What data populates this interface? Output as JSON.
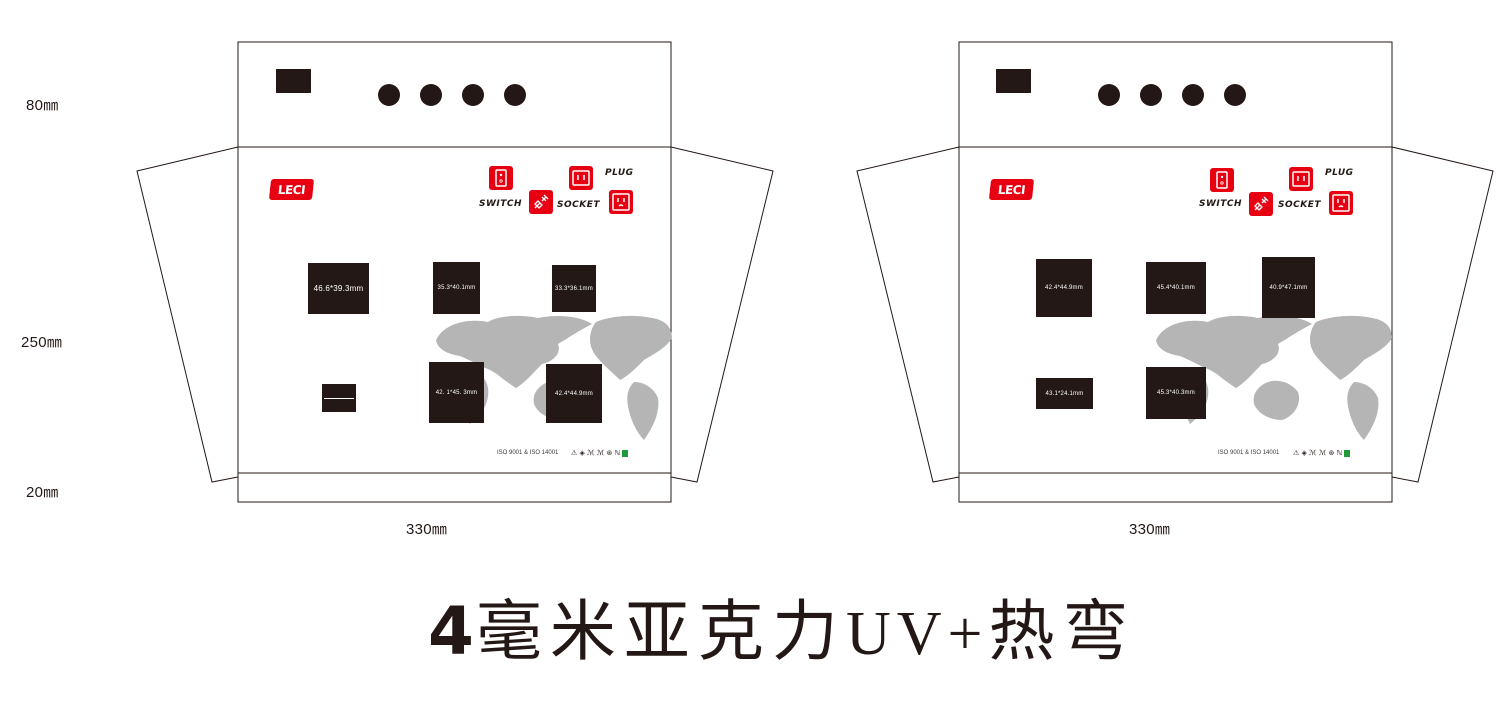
{
  "dimensions": {
    "height_top": "80㎜",
    "height_middle": "250㎜",
    "height_bottom": "20㎜",
    "width_left": "330㎜",
    "width_right": "330㎜"
  },
  "panels": [
    {
      "id": "left",
      "brand_logo": "LECI",
      "icon_labels": {
        "switch": "SWITCH",
        "socket": "SOCKET",
        "plug": "PLUG"
      },
      "cutouts": [
        "46.6*39.3mm",
        "35.3*40.1mm",
        "33.3*36.1mm",
        "42. 1*45. 3mm",
        "42.4*44.9mm"
      ],
      "certification_text": "ISO 9001 & ISO 14001",
      "certification_marks": "⚠ ◈ ℳ ℳ ⊛ ℕ"
    },
    {
      "id": "right",
      "brand_logo": "LECI",
      "icon_labels": {
        "switch": "SWITCH",
        "socket": "SOCKET",
        "plug": "PLUG"
      },
      "cutouts": [
        "42.4*44.9mm",
        "45.4*40.1mm",
        "40.9*47.1mm",
        "43.1*24.1mm",
        "45.3*40.3mm"
      ],
      "certification_text": "ISO 9001 & ISO 14001",
      "certification_marks": "⚠ ◈ ℳ ℳ ⊛ ℕ"
    }
  ],
  "title": {
    "number": "4",
    "cjk_part1": "毫米亚克力",
    "latin": "UV+",
    "cjk_part2": "热弯"
  },
  "colors": {
    "ink": "#231815",
    "brand_red": "#e60012",
    "map_gray": "#b5b5b5",
    "cert_green": "#1f9b3a"
  }
}
